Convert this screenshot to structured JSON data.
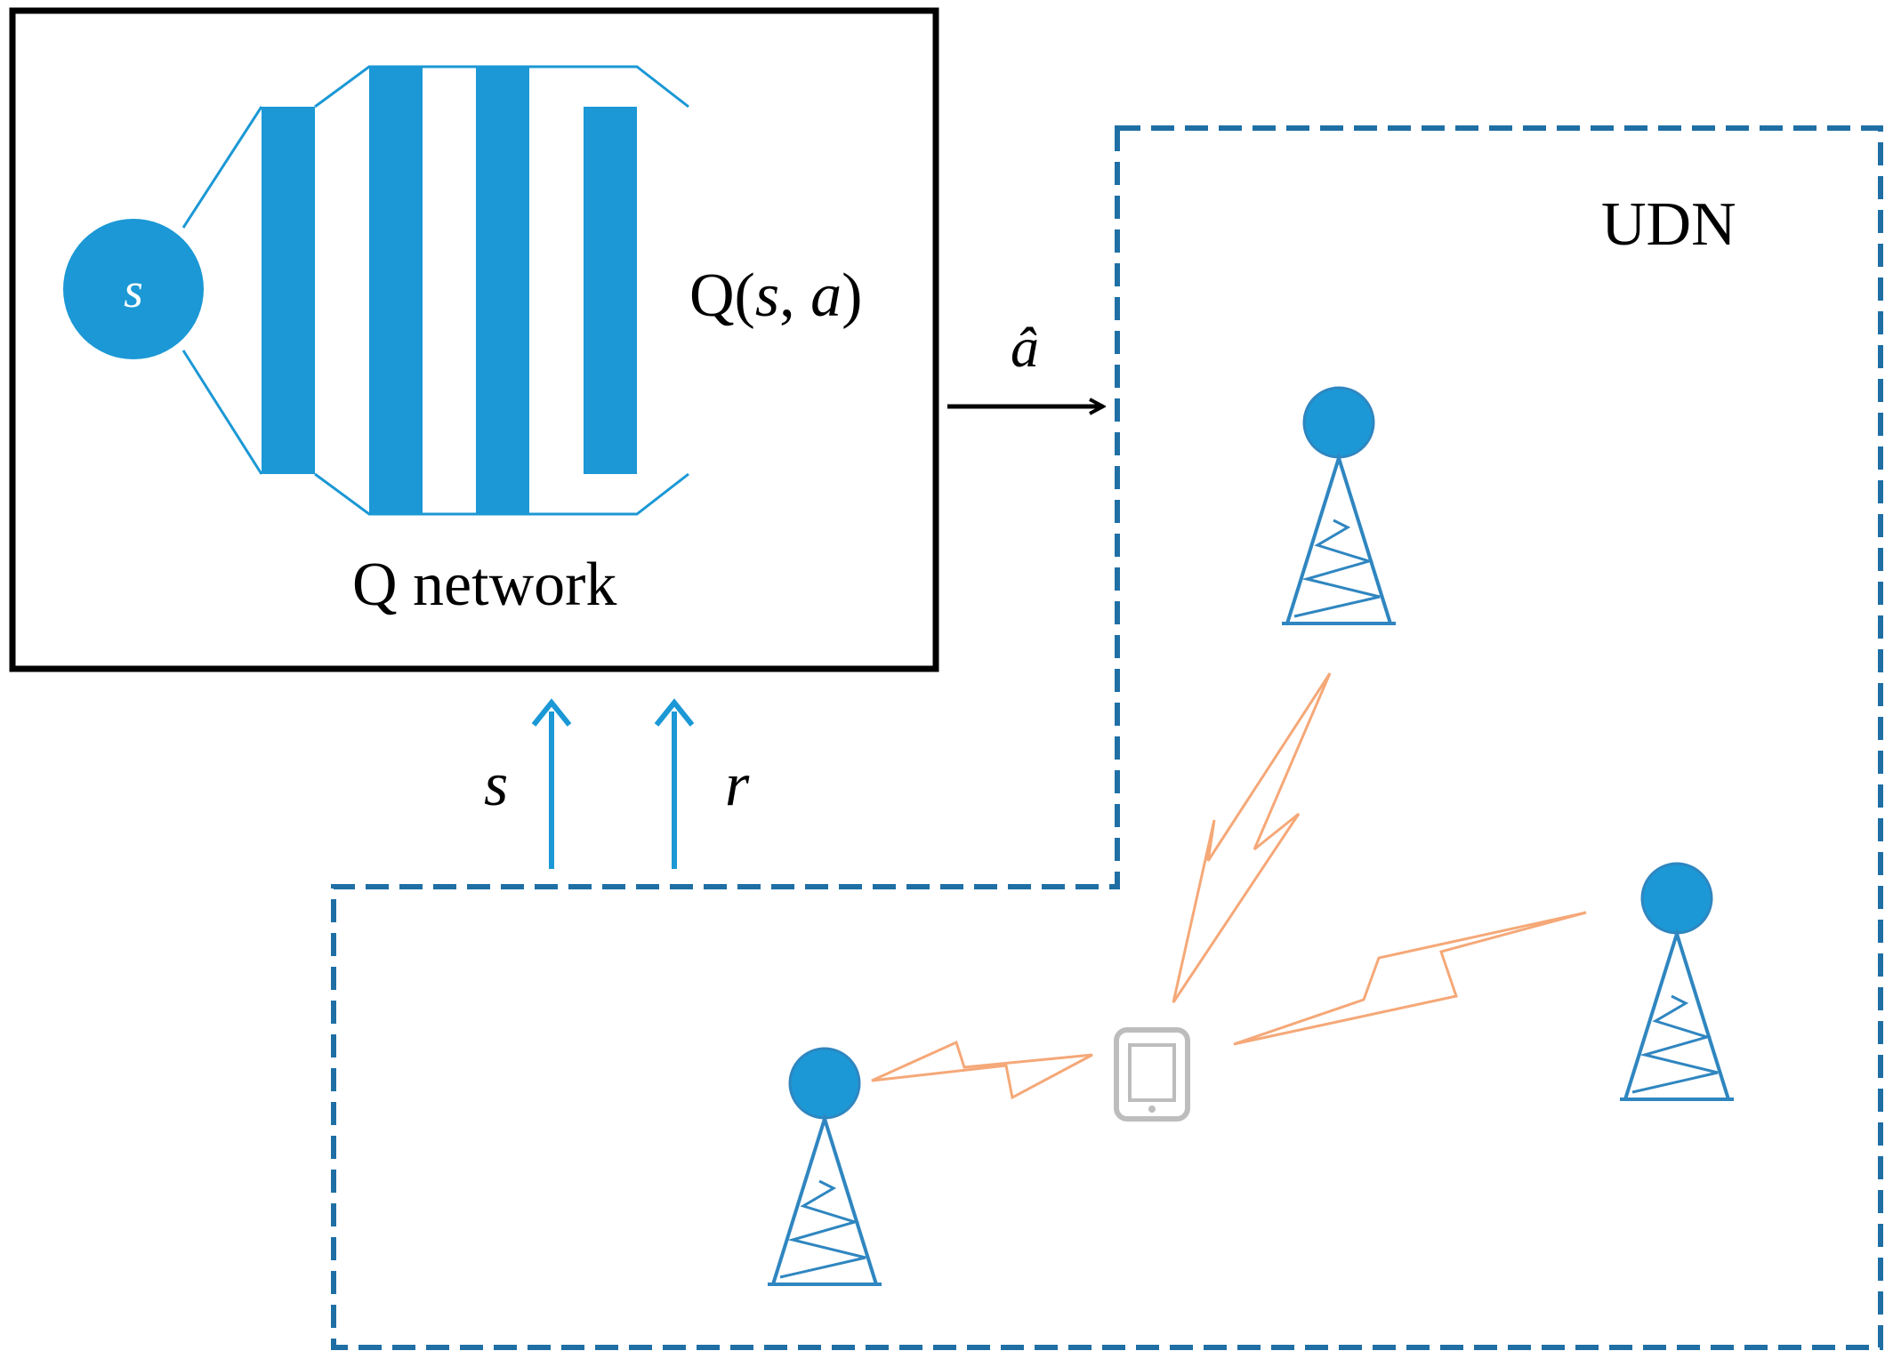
{
  "colors": {
    "accent_blue": "#1b98d5",
    "dark_blue": "#1f6fa5",
    "tower_blue": "#2f86c0",
    "signal_orange": "#f5a878",
    "device_gray": "#bdbdbd",
    "frame_black": "#000000"
  },
  "q_network": {
    "title": "Q network",
    "q_value_label": {
      "prefix": "Q(",
      "s": "s",
      "comma": ", ",
      "a": "a",
      "suffix": ")"
    },
    "input_node_label": "s"
  },
  "action_arrow": {
    "label": "â"
  },
  "feedback_arrows": [
    {
      "label": "s"
    },
    {
      "label": "r"
    }
  ],
  "udn": {
    "label": "UDN",
    "towers_icon": "cell-tower-icon",
    "device_icon": "tablet-icon",
    "signal_icon": "lightning-signal-icon"
  }
}
